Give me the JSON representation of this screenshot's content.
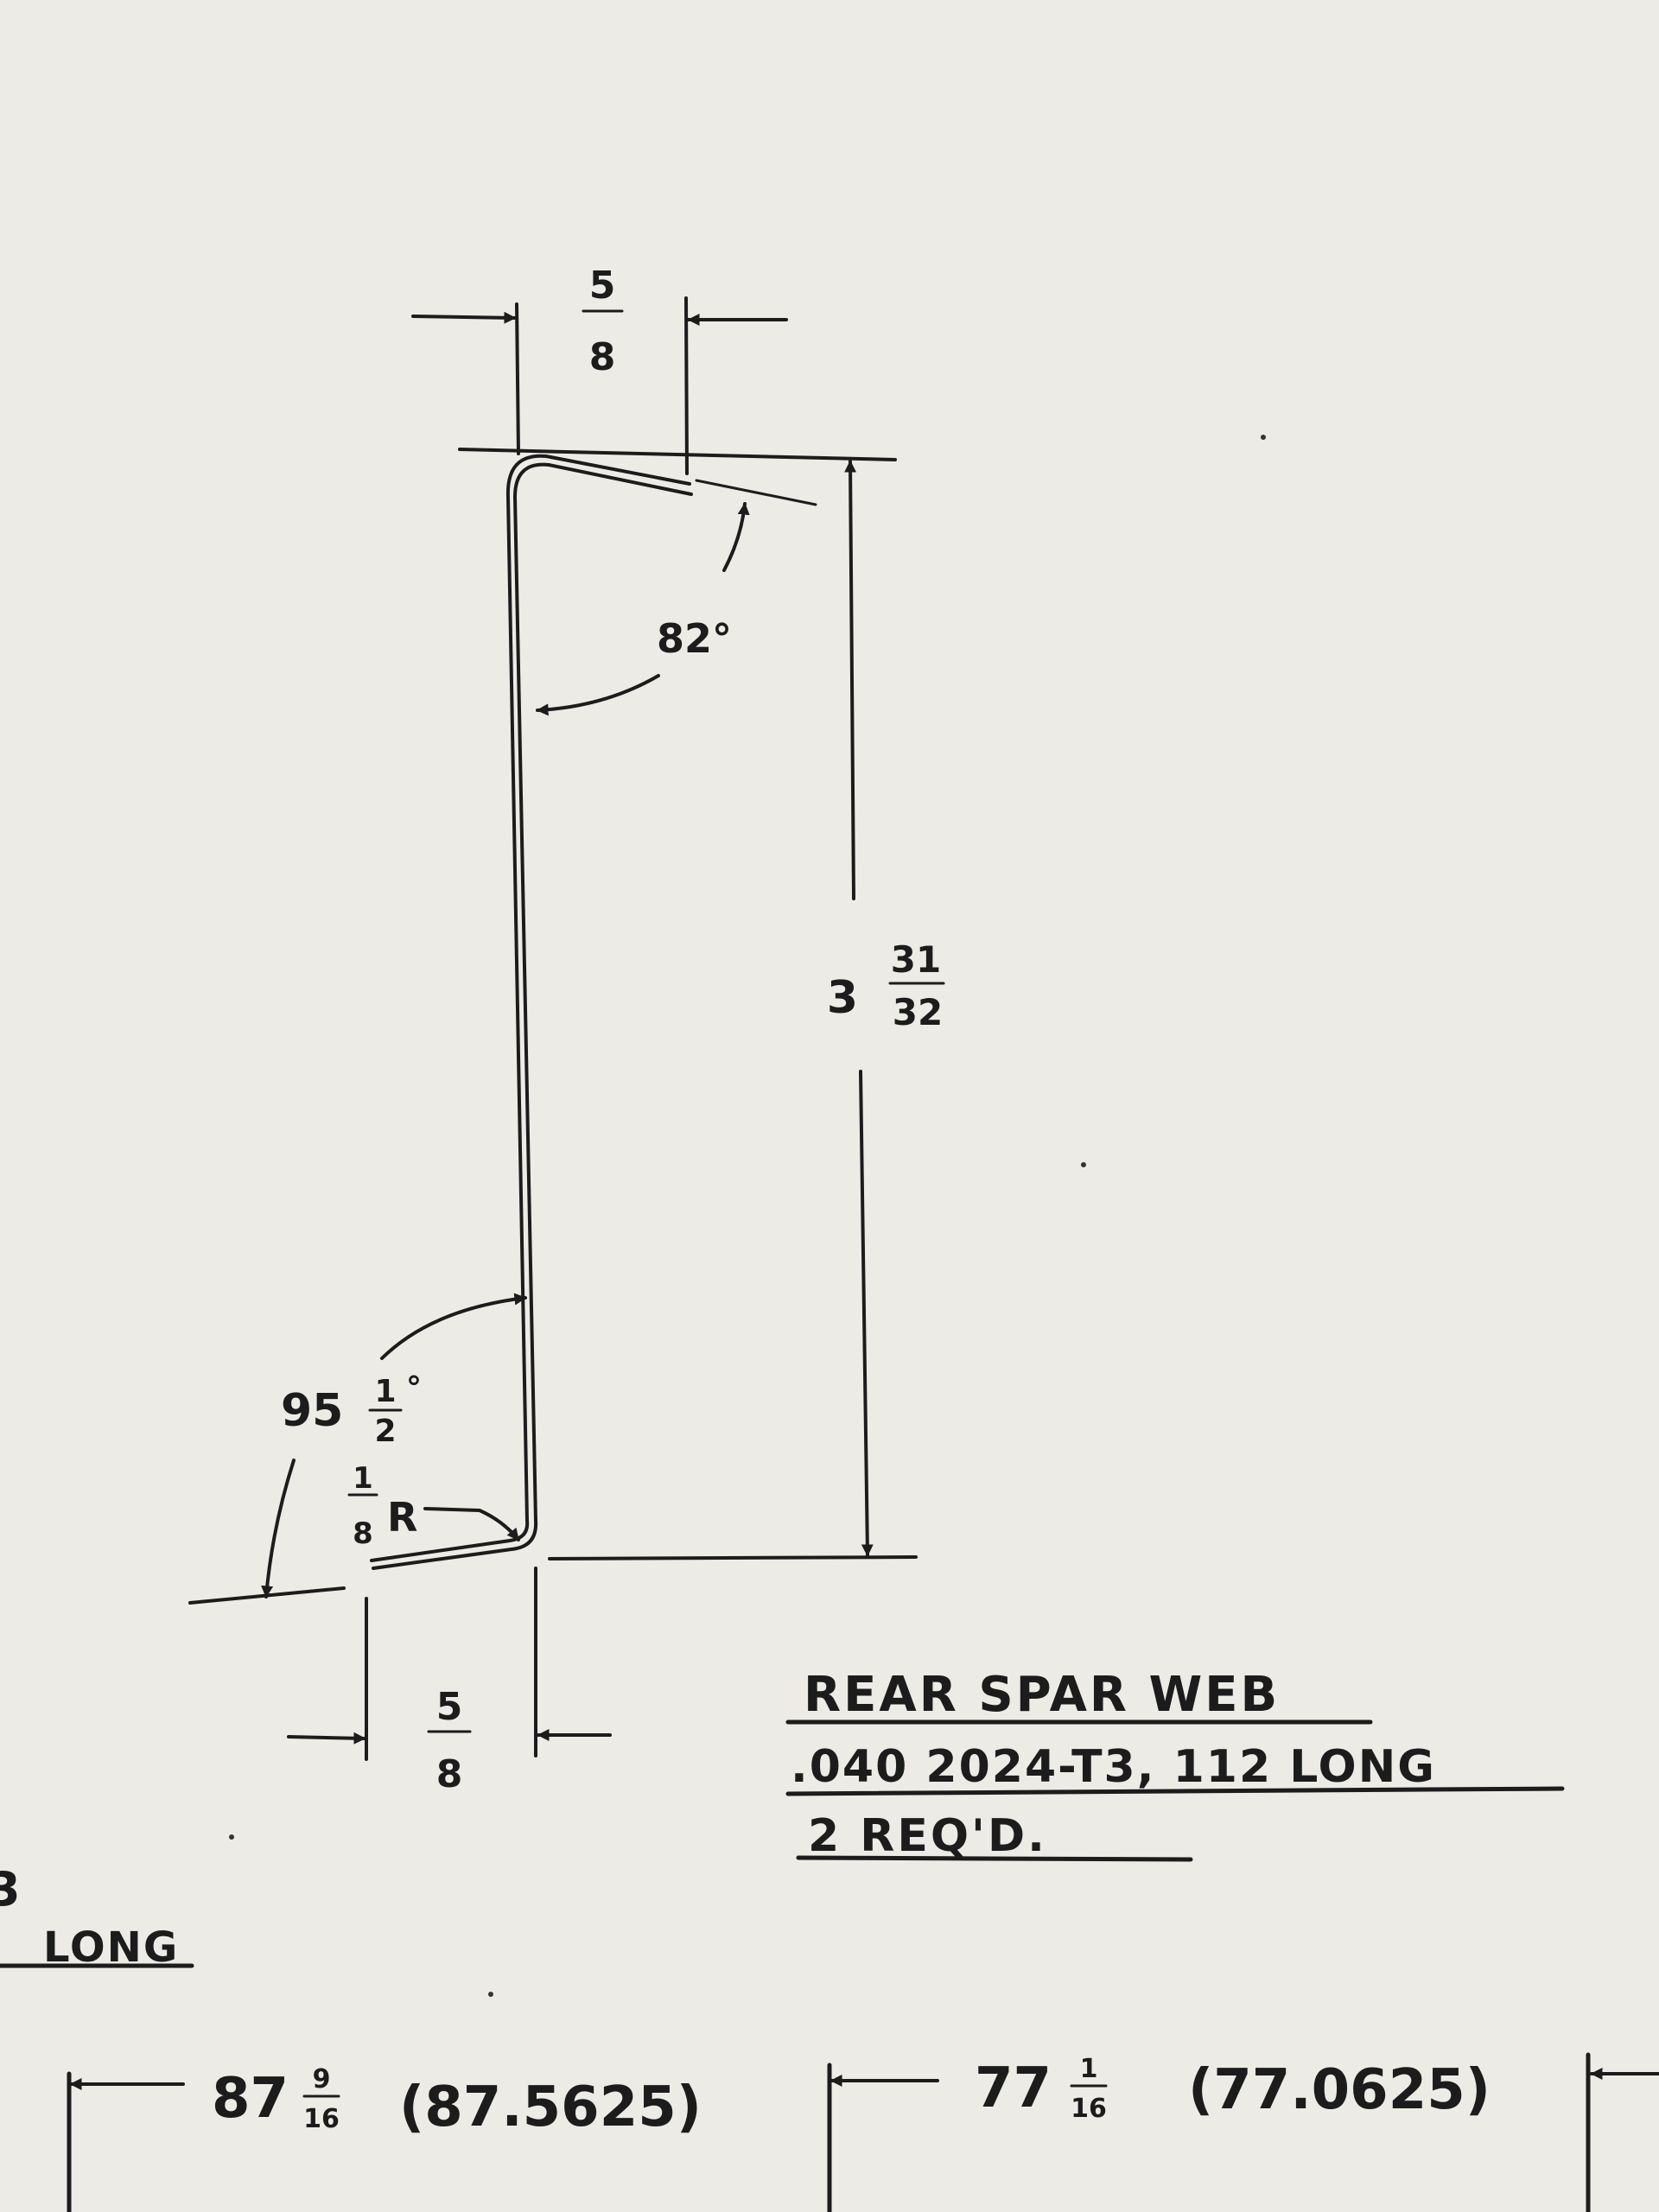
{
  "drawing": {
    "top_flange_width": {
      "whole": "",
      "num": "5",
      "den": "8"
    },
    "bottom_flange_width": {
      "whole": "",
      "num": "5",
      "den": "8"
    },
    "top_angle": "82°",
    "bottom_angle": {
      "whole": "95",
      "num": "1",
      "den": "2",
      "unit": "°"
    },
    "web_height": {
      "whole": "3",
      "num": "31",
      "den": "32"
    },
    "bend_radius": {
      "num": "1",
      "den": "8",
      "suffix": "R"
    }
  },
  "title_block": {
    "line1": "REAR SPAR WEB",
    "line2": ".040  2024-T3, 112 LONG",
    "line3": "2  REQ'D."
  },
  "partial_left": {
    "fragment_char": "3",
    "long_label": "LONG"
  },
  "bottom_dims": [
    {
      "whole": "87",
      "num": "9",
      "den": "16",
      "decimal": "(87.5625)"
    },
    {
      "whole": "77",
      "num": "1",
      "den": "16",
      "decimal": "(77.0625)"
    }
  ]
}
